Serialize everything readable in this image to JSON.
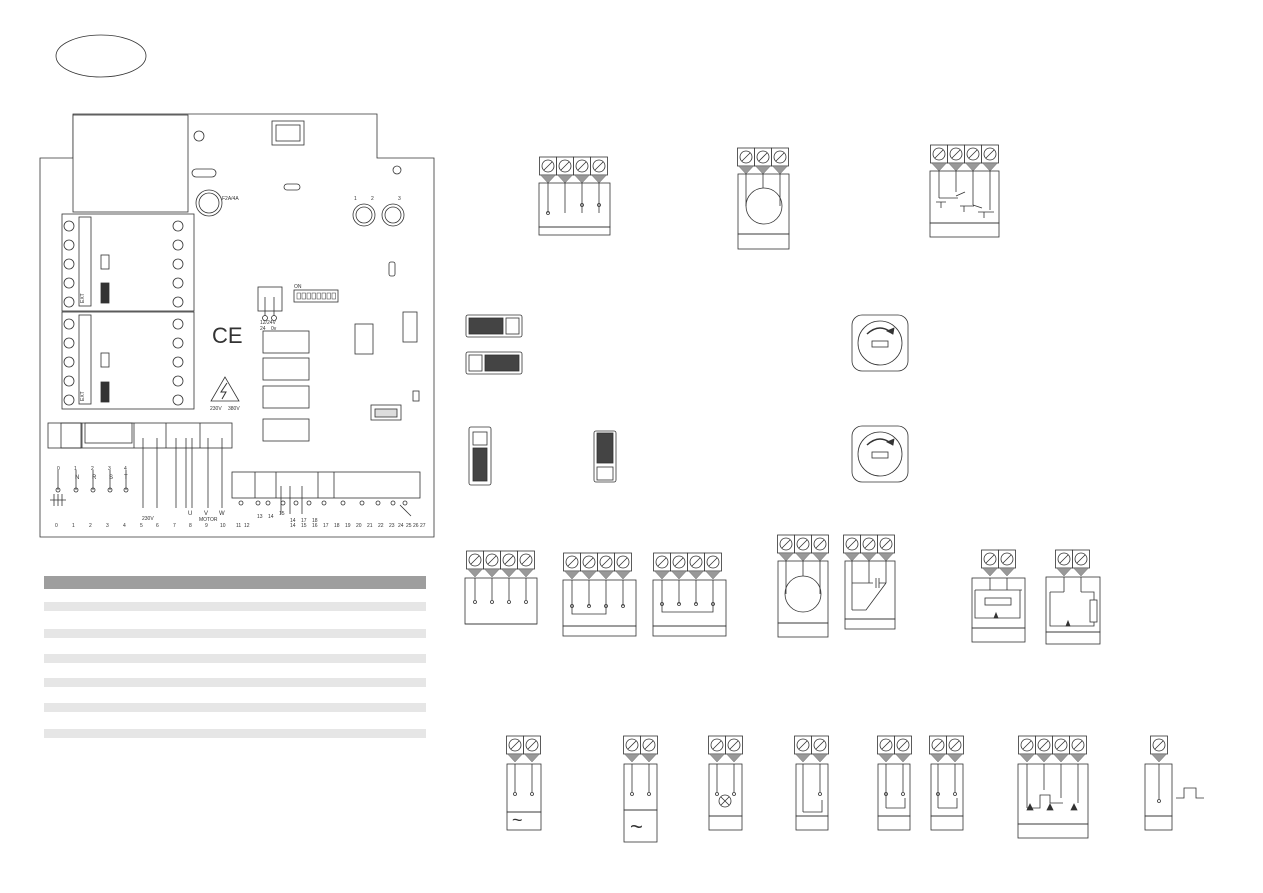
{
  "board": {
    "fuse_label": "F2A/4A",
    "ce_mark": "CE",
    "warning_text_left": "230V",
    "warning_text_right": "380V",
    "relay_left_label": "EXT",
    "relay_right_label": "EXT",
    "dip_on_label": "ON",
    "jumper_label": "12/24V",
    "jumper_pin_left": "24",
    "jumper_pin_right": "0v",
    "btn_left_label": "1",
    "btn_mid_label": "2",
    "btn_right_label": "3",
    "mains_terminals": [
      "0",
      "1",
      "2",
      "3",
      "4"
    ],
    "mains_letters": [
      "N",
      "R",
      "S",
      "T"
    ],
    "voltage_label": "230V",
    "motor_label": "MOTOR",
    "motor_phases": [
      "U",
      "V",
      "W"
    ],
    "bottom_numbers_left": [
      "0",
      "1",
      "2",
      "3",
      "4",
      "5",
      "6",
      "7",
      "8",
      "9",
      "10",
      "11",
      "12"
    ],
    "bottom_numbers_right": [
      "14",
      "15",
      "16",
      "17",
      "18",
      "19",
      "20",
      "21",
      "22",
      "23",
      "24",
      "25",
      "26",
      "27"
    ],
    "left_small_numbers": [
      "13",
      "14",
      "15"
    ],
    "top_small_numbers": [
      "14",
      "17",
      "18"
    ]
  },
  "table": {
    "rows": 6
  },
  "symbols": {
    "rotation_icon": "rotate-arrow-icon",
    "ac_symbol": "~",
    "pulse_symbol": "pulse-icon"
  }
}
